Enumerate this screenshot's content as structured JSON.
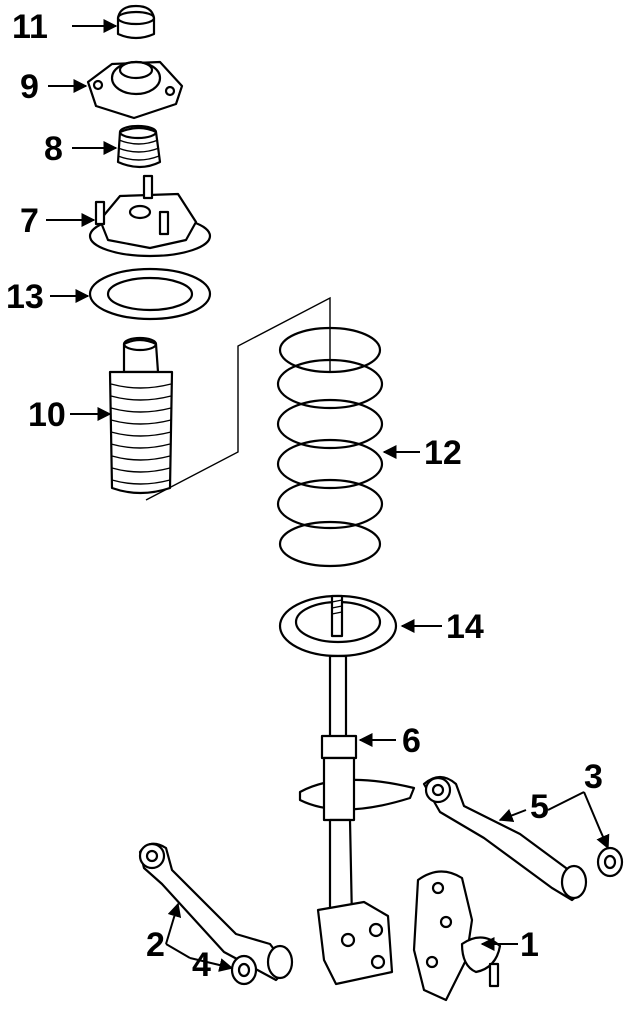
{
  "callouts": {
    "c1": "1",
    "c2": "2",
    "c3": "3",
    "c4": "4",
    "c5": "5",
    "c6": "6",
    "c7": "7",
    "c8": "8",
    "c9": "9",
    "c10": "10",
    "c11": "11",
    "c12": "12",
    "c13": "13",
    "c14": "14"
  },
  "colors": {
    "ink": "#000000",
    "background": "#ffffff"
  }
}
